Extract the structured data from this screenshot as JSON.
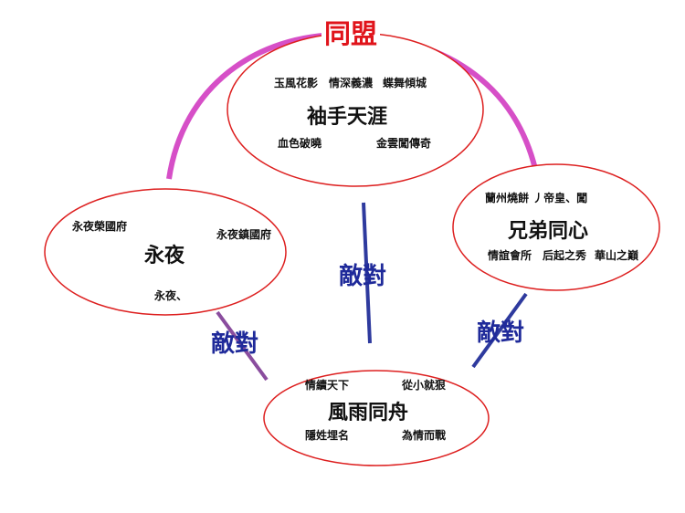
{
  "alliance_label": "同盟",
  "hostility_label": "敵對",
  "colors": {
    "alliance": "#d64fc7",
    "alliance_text": "#e0141b",
    "hostility": "#2e3a9e",
    "hostility_text": "#1f2a9a",
    "ellipse_border": "#dd1f1f"
  },
  "groups": {
    "xiushou": {
      "name": "袖手天涯",
      "members": [
        "玉風花影",
        "情深義濃",
        "蝶舞傾城",
        "血色破曉",
        "金雲闖傳奇"
      ]
    },
    "yongye": {
      "name": "永夜",
      "members": [
        "永夜榮國府",
        "永夜鎮國府",
        "永夜、"
      ]
    },
    "xiongdi": {
      "name": "兄弟同心",
      "members": [
        "蘭州燒餅 丿帝皇、闖",
        "情誼會所",
        "后起之秀",
        "華山之巔"
      ]
    },
    "fengyu": {
      "name": "風雨同舟",
      "members": [
        "情續天下",
        "從小就狠",
        "隱姓埋名",
        "為情而戰"
      ]
    }
  }
}
